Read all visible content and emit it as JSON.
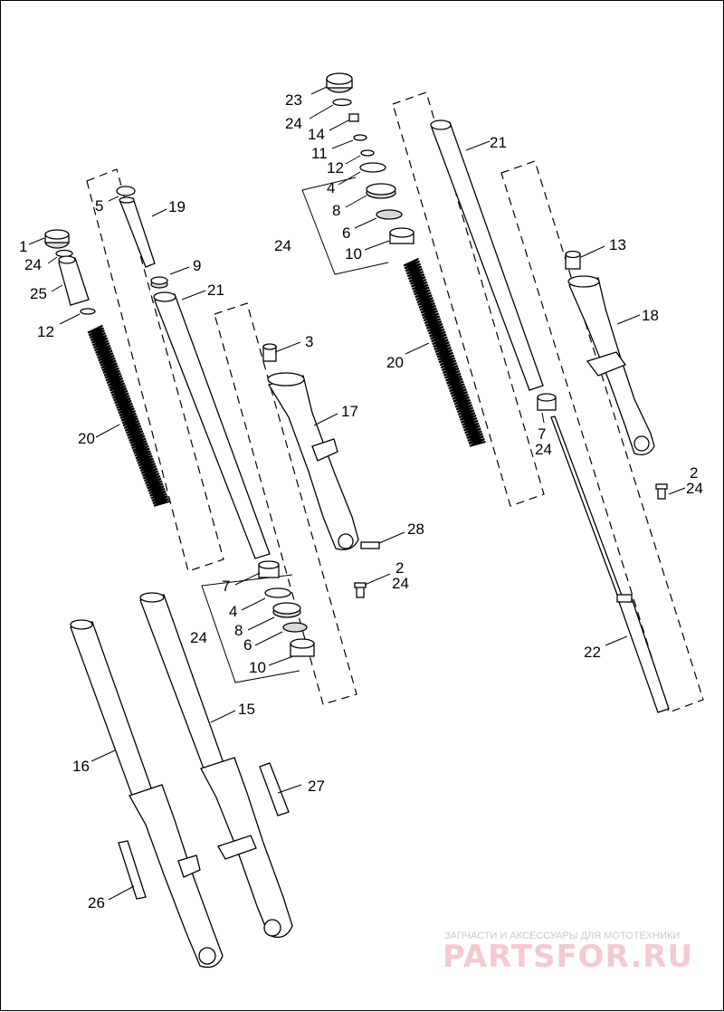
{
  "diagram": {
    "labels": [
      "1",
      "2",
      "3",
      "4",
      "5",
      "6",
      "7",
      "8",
      "9",
      "10",
      "11",
      "12",
      "13",
      "14",
      "15",
      "16",
      "17",
      "18",
      "19",
      "20",
      "21",
      "22",
      "23",
      "24",
      "25",
      "26",
      "27",
      "28"
    ],
    "callouts": {
      "c23": "23",
      "c24a": "24",
      "c14": "14",
      "c11": "11",
      "c12a": "12",
      "c4a": "4",
      "c8a": "8",
      "c6a": "6",
      "c10a": "10",
      "c24b": "24",
      "c21a": "21",
      "c13": "13",
      "c18": "18",
      "c20a": "20",
      "c7a": "7",
      "c24c": "24",
      "c2a": "2",
      "c24d": "24",
      "c22": "22",
      "c5": "5",
      "c19": "19",
      "c1": "1",
      "c24e": "24",
      "c25": "25",
      "c9": "9",
      "c21b": "21",
      "c12b": "12",
      "c3": "3",
      "c17": "17",
      "c20b": "20",
      "c28": "28",
      "c2b": "2",
      "c24f": "24",
      "c7b": "7",
      "c4b": "4",
      "c24g": "24",
      "c8b": "8",
      "c6b": "6",
      "c10b": "10",
      "c15": "15",
      "c16": "16",
      "c27": "27",
      "c26": "26"
    }
  },
  "watermark": {
    "tagline": "ЗАПЧАСТИ И АКСЕССУАРЫ ДЛЯ МОТОТЕХНИКИ",
    "logo": "PARTSFOR.RU"
  }
}
